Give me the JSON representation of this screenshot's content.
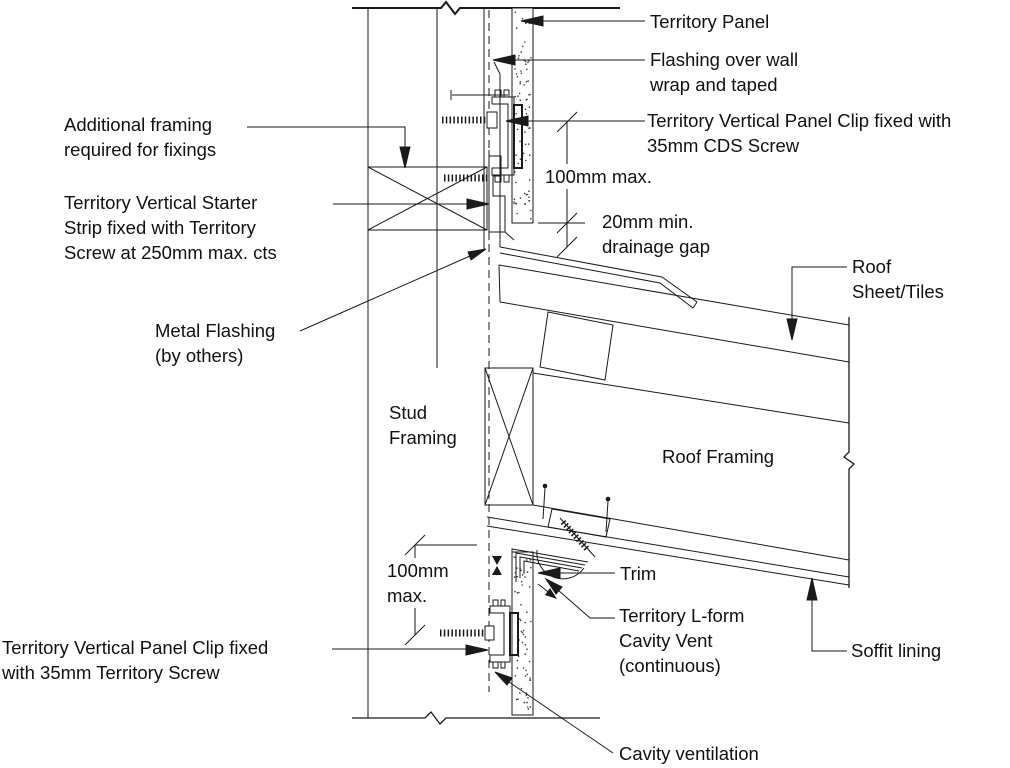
{
  "colors": {
    "line": "#1a1a1a",
    "background": "#ffffff"
  },
  "labels": {
    "territory_panel": "Territory Panel",
    "flashing_over_wall_wrap": "Flashing over wall\nwrap and taped",
    "panel_clip_cds": "Territory Vertical Panel Clip fixed with\n35mm CDS Screw",
    "dim_100_top": "100mm max.",
    "drainage_gap": "20mm min.\ndrainage gap",
    "roof_sheet_tiles": "Roof\nSheet/Tiles",
    "roof_framing": "Roof Framing",
    "trim": "Trim",
    "l_form_cavity_vent": "Territory L-form\nCavity Vent\n(continuous)",
    "soffit_lining": "Soffit lining",
    "cavity_ventilation": "Cavity ventilation",
    "additional_framing": "Additional framing\nrequired for fixings",
    "starter_strip": "Territory Vertical Starter\nStrip fixed with Territory\nScrew at 250mm max. cts",
    "metal_flashing": "Metal Flashing\n(by others)",
    "stud_framing": "Stud\nFraming",
    "dim_100_bottom": "100mm\nmax.",
    "panel_clip_territory": "Territory Vertical Panel Clip fixed\nwith 35mm Territory Screw"
  }
}
